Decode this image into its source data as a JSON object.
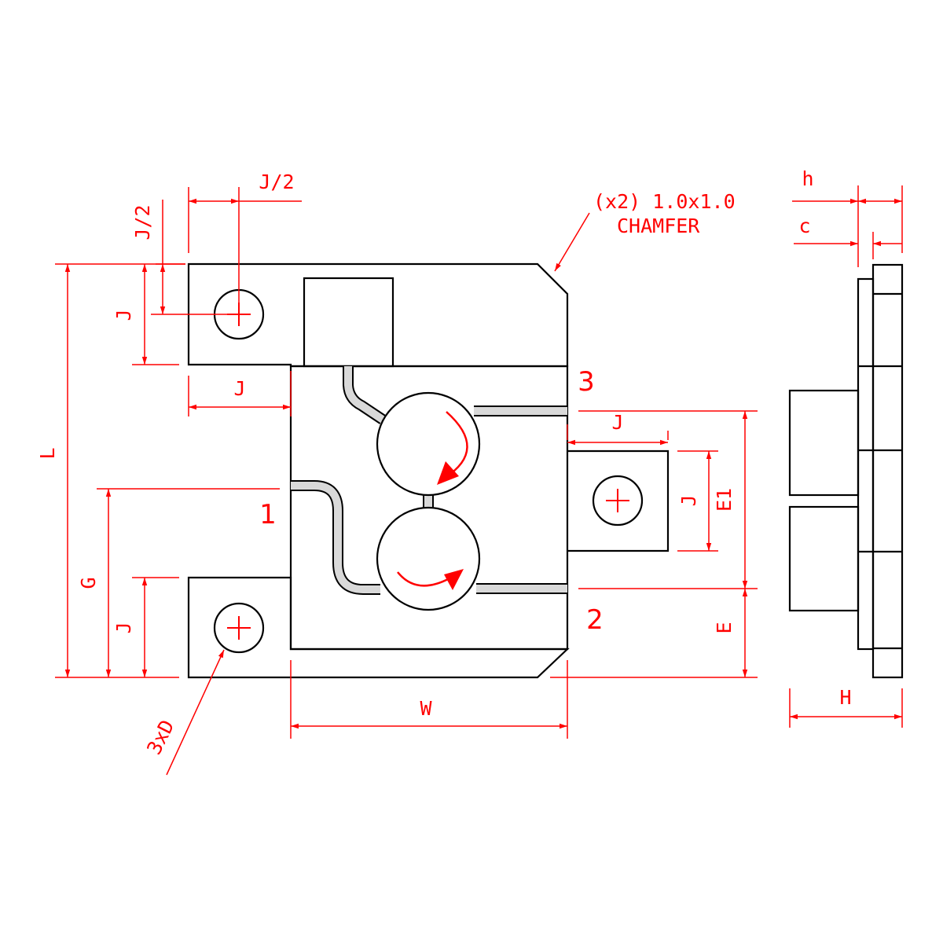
{
  "colors": {
    "outline": "#000000",
    "dimension": "#ff0000",
    "trace_fill": "#d9d9d9",
    "background": "#ffffff"
  },
  "top_view": {
    "port_labels": {
      "port1": "1",
      "port2": "2",
      "port3": "3"
    },
    "dims": {
      "j_half_top": "J/2",
      "j_half_left": "J/2",
      "j_left_upper": "J",
      "j_under_tab": "J",
      "j_right_horizontal": "J",
      "j_right_vertical": "J",
      "j_left_lower": "J",
      "l_overall": "L",
      "g_offset": "G",
      "e1": "E1",
      "e": "E",
      "w_width": "W",
      "hole_callout": "3xD"
    },
    "chamfer_note": {
      "line1": "(x2)  1.0x1.0",
      "line2": "CHAMFER"
    }
  },
  "side_view": {
    "dims": {
      "h_small": "h",
      "c_small": "c",
      "h_overall": "H"
    }
  }
}
